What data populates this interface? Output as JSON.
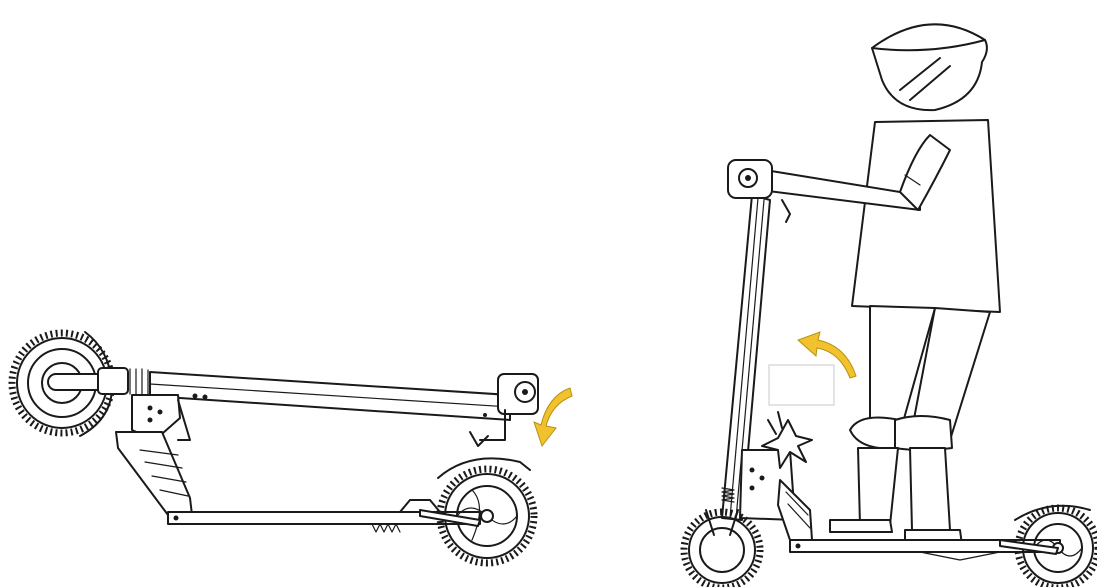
{
  "figures": [
    {
      "id": "folded-scooter",
      "arrow": "fold-down",
      "arrow_color": "#f2c12e"
    },
    {
      "id": "rider-unfolding",
      "arrow": "lift-up",
      "arrow_color": "#f2c12e"
    }
  ],
  "colors": {
    "line": "#1a1a1a",
    "background": "#ffffff",
    "arrow": "#f2c12e"
  }
}
